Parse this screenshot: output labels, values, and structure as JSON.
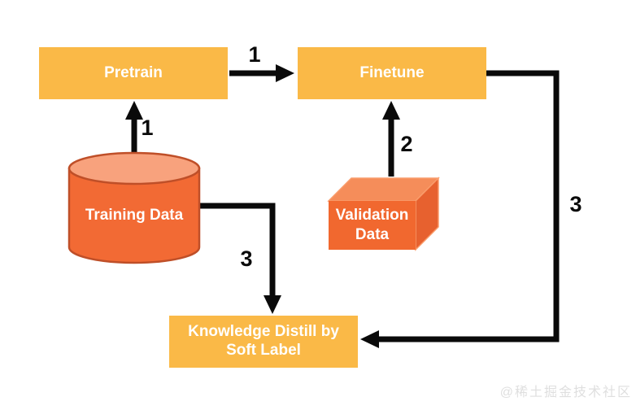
{
  "nodes": {
    "pretrain": "Pretrain",
    "finetune": "Finetune",
    "training_data": "Training Data",
    "validation_data": "Validation Data",
    "knowledge_distill": "Knowledge Distill by Soft Label"
  },
  "edge_labels": {
    "pretrain_to_finetune": "1",
    "training_to_pretrain": "1",
    "validation_to_finetune": "2",
    "training_to_knowledge": "3",
    "finetune_to_knowledge": "3"
  },
  "colors": {
    "process_box_fill": "#FAB947",
    "cylinder_body": "#F26A34",
    "cylinder_top": "#F8A27D",
    "cylinder_stroke": "#BF4F28",
    "cuboid_front": "#F1682F",
    "cuboid_top": "#F58D5A",
    "cuboid_side": "#E7612F",
    "arrow": "#0A0A0A",
    "node_text": "#FFFFFF",
    "watermark_text": "#DFDFDF"
  },
  "watermark": "@稀土掘金技术社区"
}
